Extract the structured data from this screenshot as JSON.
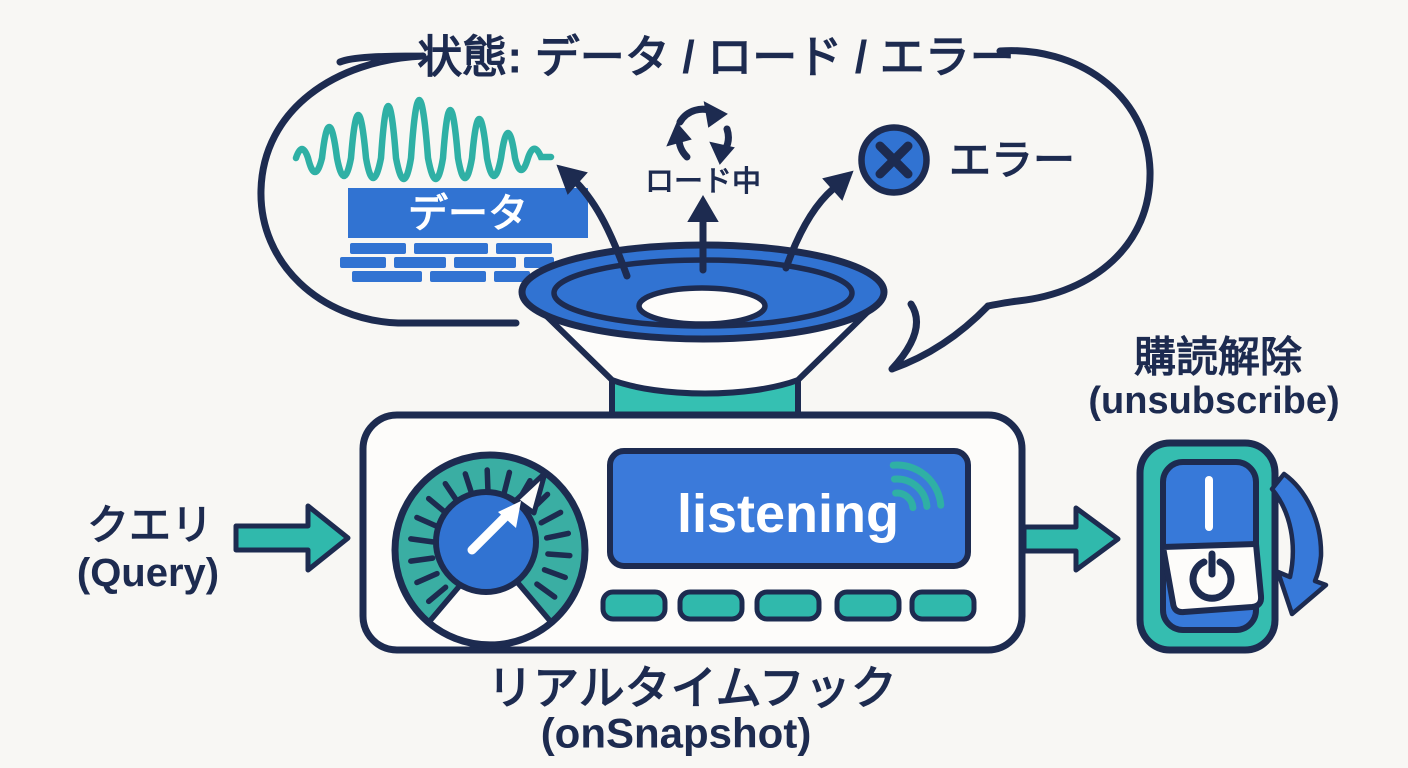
{
  "bubble": {
    "title": "状態: データ / ロード / エラー",
    "states": {
      "data": "データ",
      "loading": "ロード中",
      "error": "エラー"
    }
  },
  "device": {
    "screen_text": "listening",
    "caption_jp": "リアルタイムフック",
    "caption_en": "(onSnapshot)"
  },
  "query": {
    "jp": "クエリ",
    "en": "(Query)"
  },
  "unsubscribe": {
    "jp": "購読解除",
    "en": "(unsubscribe)"
  },
  "icons": {
    "waveform-icon": "teal sine wave",
    "brick-rows-icon": "stacked blue data blocks",
    "loading-cycle-icon": "three curved arrows in a circle",
    "error-x-icon": "blue circle with X",
    "speaker-funnel-icon": "upward-facing speaker cone",
    "dial-knob-icon": "tuning dial with pointer",
    "wifi-signal-icon": "teal signal arcs",
    "arrow-right-icon": "teal block arrow",
    "toggle-switch-icon": "rocker switch",
    "power-icon": "power symbol",
    "rotate-clockwise-arrow-icon": "blue curved arrow"
  },
  "colors": {
    "navy": "#1d2b50",
    "blue": "#3173d2",
    "teal": "#30b9ac",
    "background": "#f8f7f4",
    "white": "#ffffff"
  }
}
